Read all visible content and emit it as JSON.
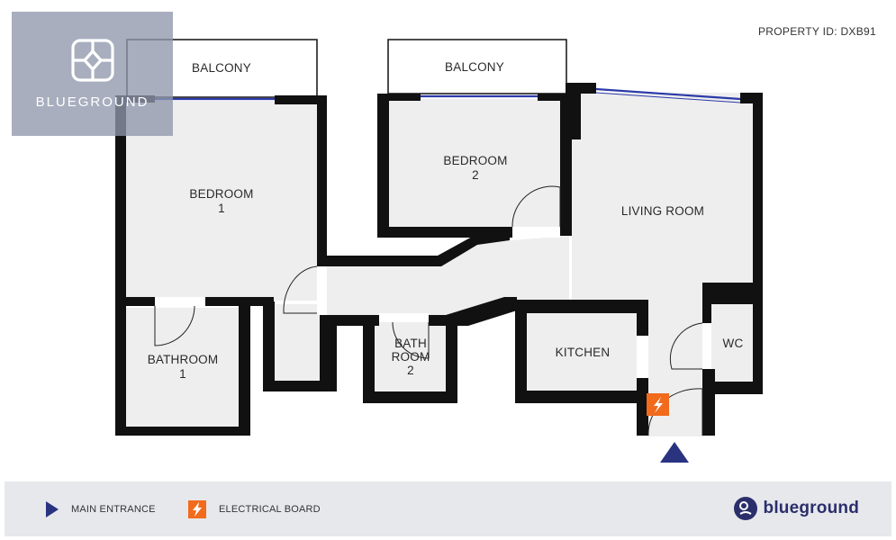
{
  "header": {
    "property_id": "PROPERTY ID: DXB91"
  },
  "watermark": {
    "brand": "BLUEGROUND",
    "icon": "blueground-logo-icon"
  },
  "rooms": {
    "balcony_1": "BALCONY",
    "balcony_2": "BALCONY",
    "bedroom_1": [
      "BEDROOM",
      "1"
    ],
    "bedroom_2": [
      "BEDROOM",
      "2"
    ],
    "living_room": "LIVING ROOM",
    "bathroom_1": [
      "BATHROOM",
      "1"
    ],
    "bathroom_2": [
      "BATH",
      "ROOM",
      "2"
    ],
    "kitchen": "KITCHEN",
    "wc": "WC"
  },
  "legend": {
    "main_entrance": "MAIN ENTRANCE",
    "electrical_board": "ELECTRICAL BOARD",
    "brand": "blueground"
  },
  "colors": {
    "wall": "#111111",
    "floor": "#eeeeee",
    "window": "#2b3aa8",
    "entrance_marker": "#2a3380",
    "electrical_board": "#f26a1b",
    "legend_bg": "#e7e8ec",
    "watermark_bg": "#8f97ac"
  }
}
